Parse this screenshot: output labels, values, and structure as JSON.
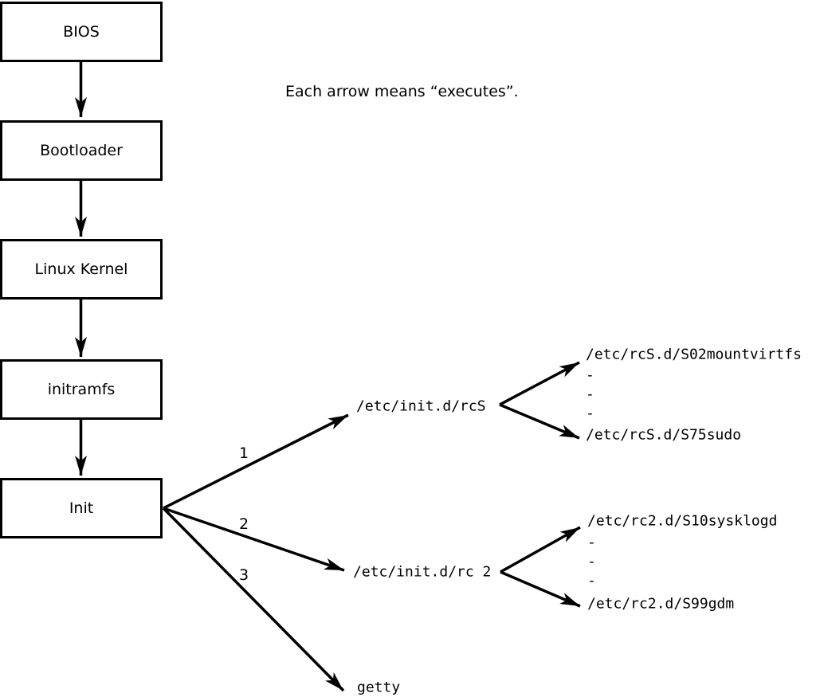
{
  "diagram": {
    "caption": "Each arrow means “executes”.",
    "nodes": {
      "bios": "BIOS",
      "bootloader": "Bootloader",
      "kernel": "Linux Kernel",
      "initramfs": "initramfs",
      "init": "Init"
    },
    "branch_labels": {
      "one": "1",
      "two": "2",
      "three": "3"
    },
    "scripts": {
      "rcs": "/etc/init.d/rcS",
      "rcs_items": [
        "/etc/rcS.d/S02mountvirtfs",
        "-",
        "-",
        "-",
        "/etc/rcS.d/S75sudo"
      ],
      "rc2": "/etc/init.d/rc 2",
      "rc2_items": [
        "/etc/rc2.d/S10sysklogd",
        "-",
        "-",
        "-",
        "/etc/rc2.d/S99gdm"
      ],
      "getty": "getty"
    },
    "colors": {
      "ink": "#000000",
      "background": "#ffffff"
    }
  }
}
